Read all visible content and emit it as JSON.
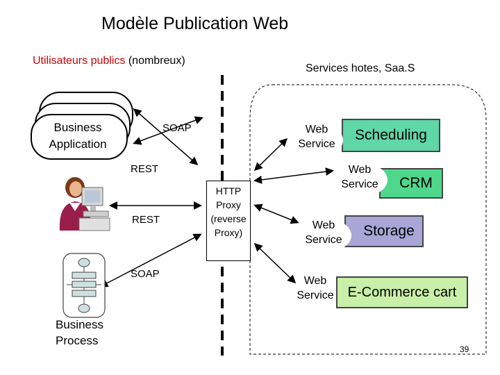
{
  "title": "Modèle Publication Web",
  "users": {
    "label_red": "Utilisateurs publics",
    "label_rest": "(nombreux)"
  },
  "services_title": "Services hotes, Saa.S",
  "clients": {
    "business_application": {
      "line1": "Business",
      "line2": "Application"
    },
    "business_process": {
      "line1": "Business",
      "line2": "Process"
    }
  },
  "protocols": {
    "soap_top": "SOAP",
    "rest_top": "REST",
    "rest_mid": "REST",
    "soap_bottom": "SOAP"
  },
  "proxy": {
    "lines": [
      "HTTP",
      "Proxy",
      "(reverse",
      "Proxy)"
    ]
  },
  "services": [
    {
      "ws_line1": "Web",
      "ws_line2": "Service",
      "name": "Scheduling",
      "color": "#5fd7a8"
    },
    {
      "ws_line1": "Web",
      "ws_line2": "Service",
      "name": "CRM",
      "color": "#4fd88c"
    },
    {
      "ws_line1": "Web",
      "ws_line2": "Service",
      "name": "Storage",
      "color": "#a8a6d6"
    },
    {
      "ws_line1": "Web",
      "ws_line2": "Service",
      "name": "E-Commerce cart",
      "color": "#c8f0a8"
    }
  ],
  "page_number": "39"
}
